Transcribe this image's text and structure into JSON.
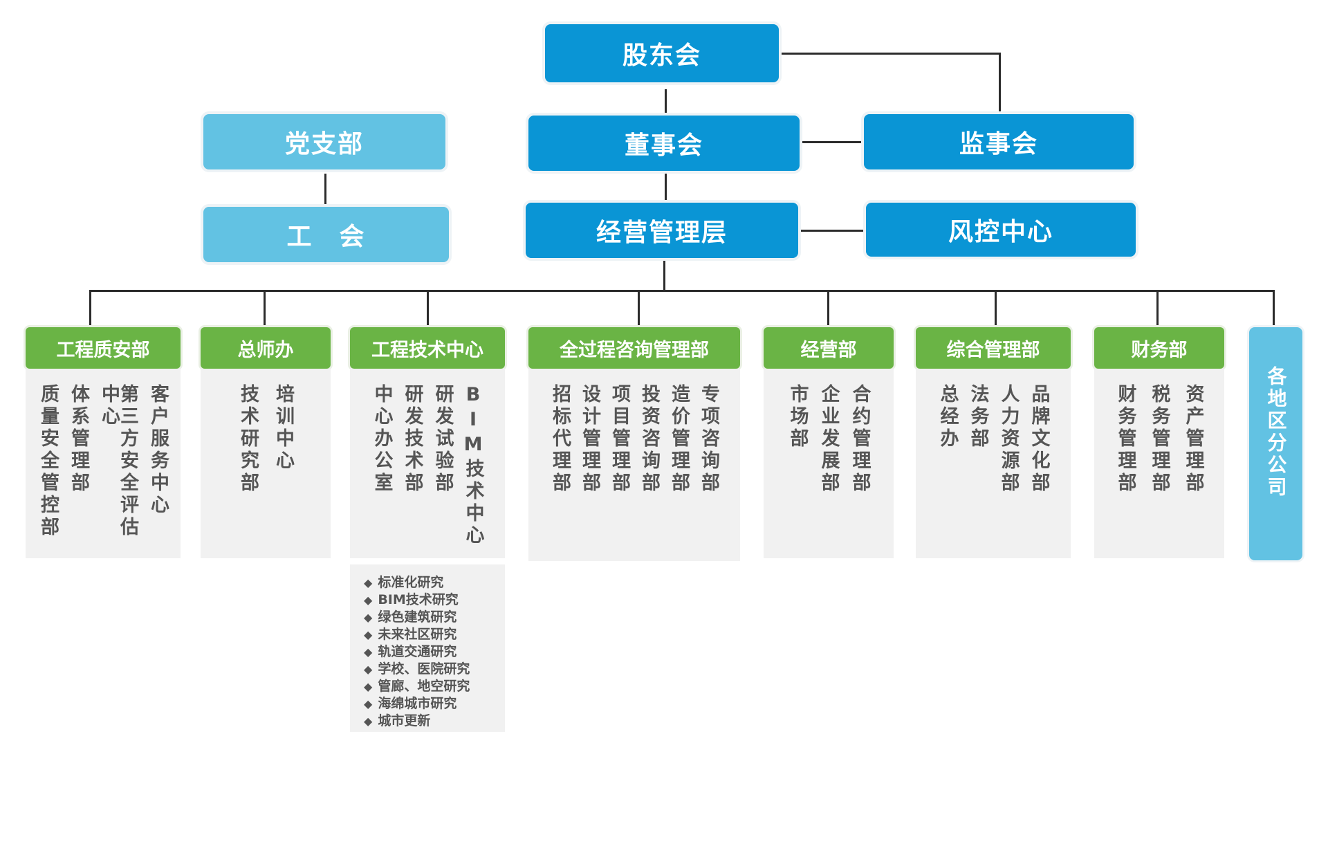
{
  "top": {
    "shareholders": "股东会",
    "board": "董事会",
    "supervisors": "监事会",
    "management": "经营管理层",
    "risk": "风控中心",
    "party": "党支部",
    "union": "工　会"
  },
  "departments": [
    {
      "name": "工程质安部",
      "units": [
        "客户服务中心",
        "第三方安全评估中心",
        "体系管理部",
        "质量安全管控部"
      ]
    },
    {
      "name": "总师办",
      "units": [
        "培训中心",
        "技术研究部"
      ]
    },
    {
      "name": "工程技术中心",
      "units": [
        "BIM技术中心",
        "研发试验部",
        "研发技术部",
        "中心办公室"
      ]
    },
    {
      "name": "全过程咨询管理部",
      "units": [
        "专项咨询部",
        "造价管理部",
        "投资咨询部",
        "项目管理部",
        "设计管理部",
        "招标代理部"
      ]
    },
    {
      "name": "经营部",
      "units": [
        "合约管理部",
        "企业发展部",
        "市场部"
      ]
    },
    {
      "name": "综合管理部",
      "units": [
        "品牌文化部",
        "人力资源部",
        "法务部",
        "总经办"
      ]
    },
    {
      "name": "财务部",
      "units": [
        "资产管理部",
        "税务管理部",
        "财务管理部"
      ]
    }
  ],
  "branch": "各地区分公司",
  "research": [
    "标准化研究",
    "BIM技术研究",
    "绿色建筑研究",
    "未来社区研究",
    "轨道交通研究",
    "学校、医院研究",
    "管廊、地空研究",
    "海绵城市研究",
    "城市更新"
  ],
  "colors": {
    "dark_blue": "#0a95d5",
    "light_blue": "#62c2e3",
    "green": "#6ab445",
    "panel": "#f1f1f1",
    "text": "#555555"
  }
}
